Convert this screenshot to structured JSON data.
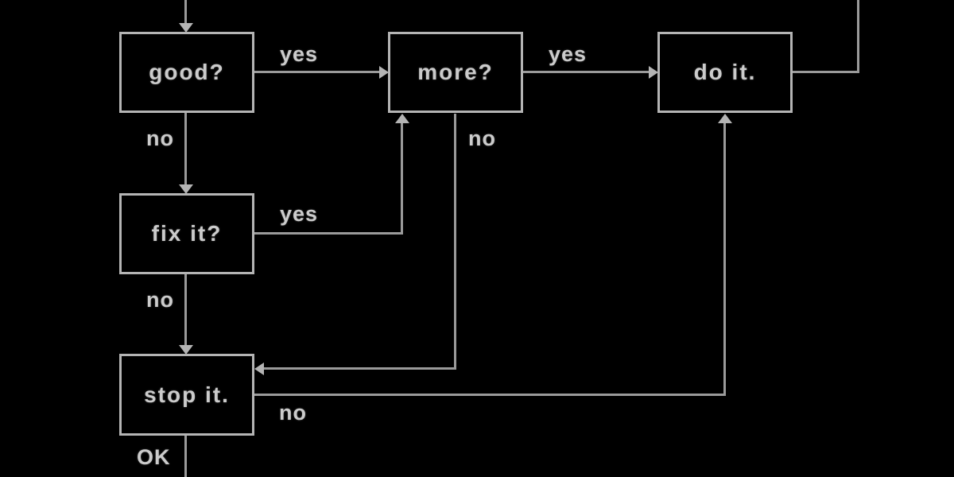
{
  "diagram": {
    "type": "flowchart",
    "colors": {
      "background": "#000000",
      "line": "#9a9a9a",
      "box_border": "#b4b4b4",
      "text": "#cbcbcb"
    },
    "nodes": {
      "good": {
        "label": "good?"
      },
      "more": {
        "label": "more?"
      },
      "doit": {
        "label": "do it."
      },
      "fixit": {
        "label": "fix it?"
      },
      "stopit": {
        "label": "stop it."
      }
    },
    "edges": {
      "good_to_more": {
        "label": "yes"
      },
      "more_to_doit": {
        "label": "yes"
      },
      "good_to_fixit": {
        "label": "no"
      },
      "fixit_to_more": {
        "label": "yes"
      },
      "more_to_stopit": {
        "label": "no"
      },
      "fixit_to_stopit": {
        "label": "no"
      },
      "stopit_to_doit": {
        "label": "no"
      },
      "stopit_exit": {
        "label": "OK"
      }
    }
  }
}
